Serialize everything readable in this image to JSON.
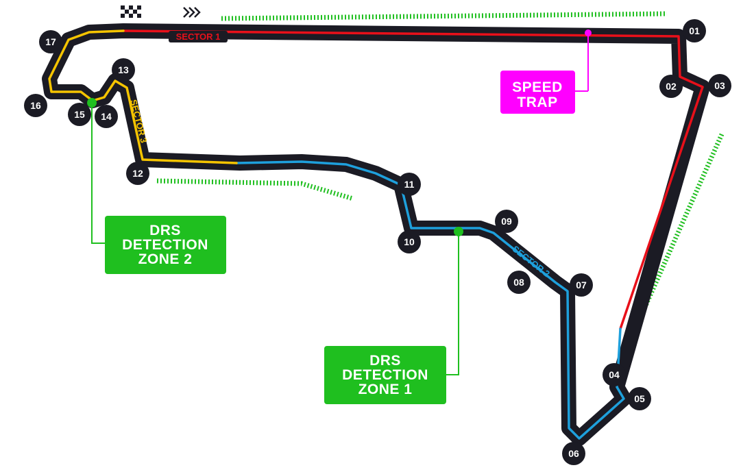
{
  "colors": {
    "track": "#1b1b24",
    "sector1": "#e8101a",
    "sector2": "#1ea0dc",
    "sector3": "#f5c400",
    "drs": "#1fbf1f",
    "speed_trap": "#ff00ff",
    "turn_marker": "#1b1b24"
  },
  "icons": {
    "start": "checkered-flag-icon",
    "direction": "triple-chevron-right-icon"
  },
  "sectors": [
    {
      "label": "SECTOR 1",
      "color": "#e8101a"
    },
    {
      "label": "SECTOR 2",
      "color": "#1ea0dc"
    },
    {
      "label": "SECTOR 3",
      "color": "#f5c400"
    }
  ],
  "turns": [
    "01",
    "02",
    "03",
    "04",
    "05",
    "06",
    "07",
    "08",
    "09",
    "10",
    "11",
    "12",
    "13",
    "14",
    "15",
    "16",
    "17"
  ],
  "callouts": {
    "speed_trap": [
      "SPEED",
      "TRAP"
    ],
    "drs_zone_1": [
      "DRS",
      "DETECTION",
      "ZONE 1"
    ],
    "drs_zone_2": [
      "DRS",
      "DETECTION",
      "ZONE 2"
    ]
  }
}
